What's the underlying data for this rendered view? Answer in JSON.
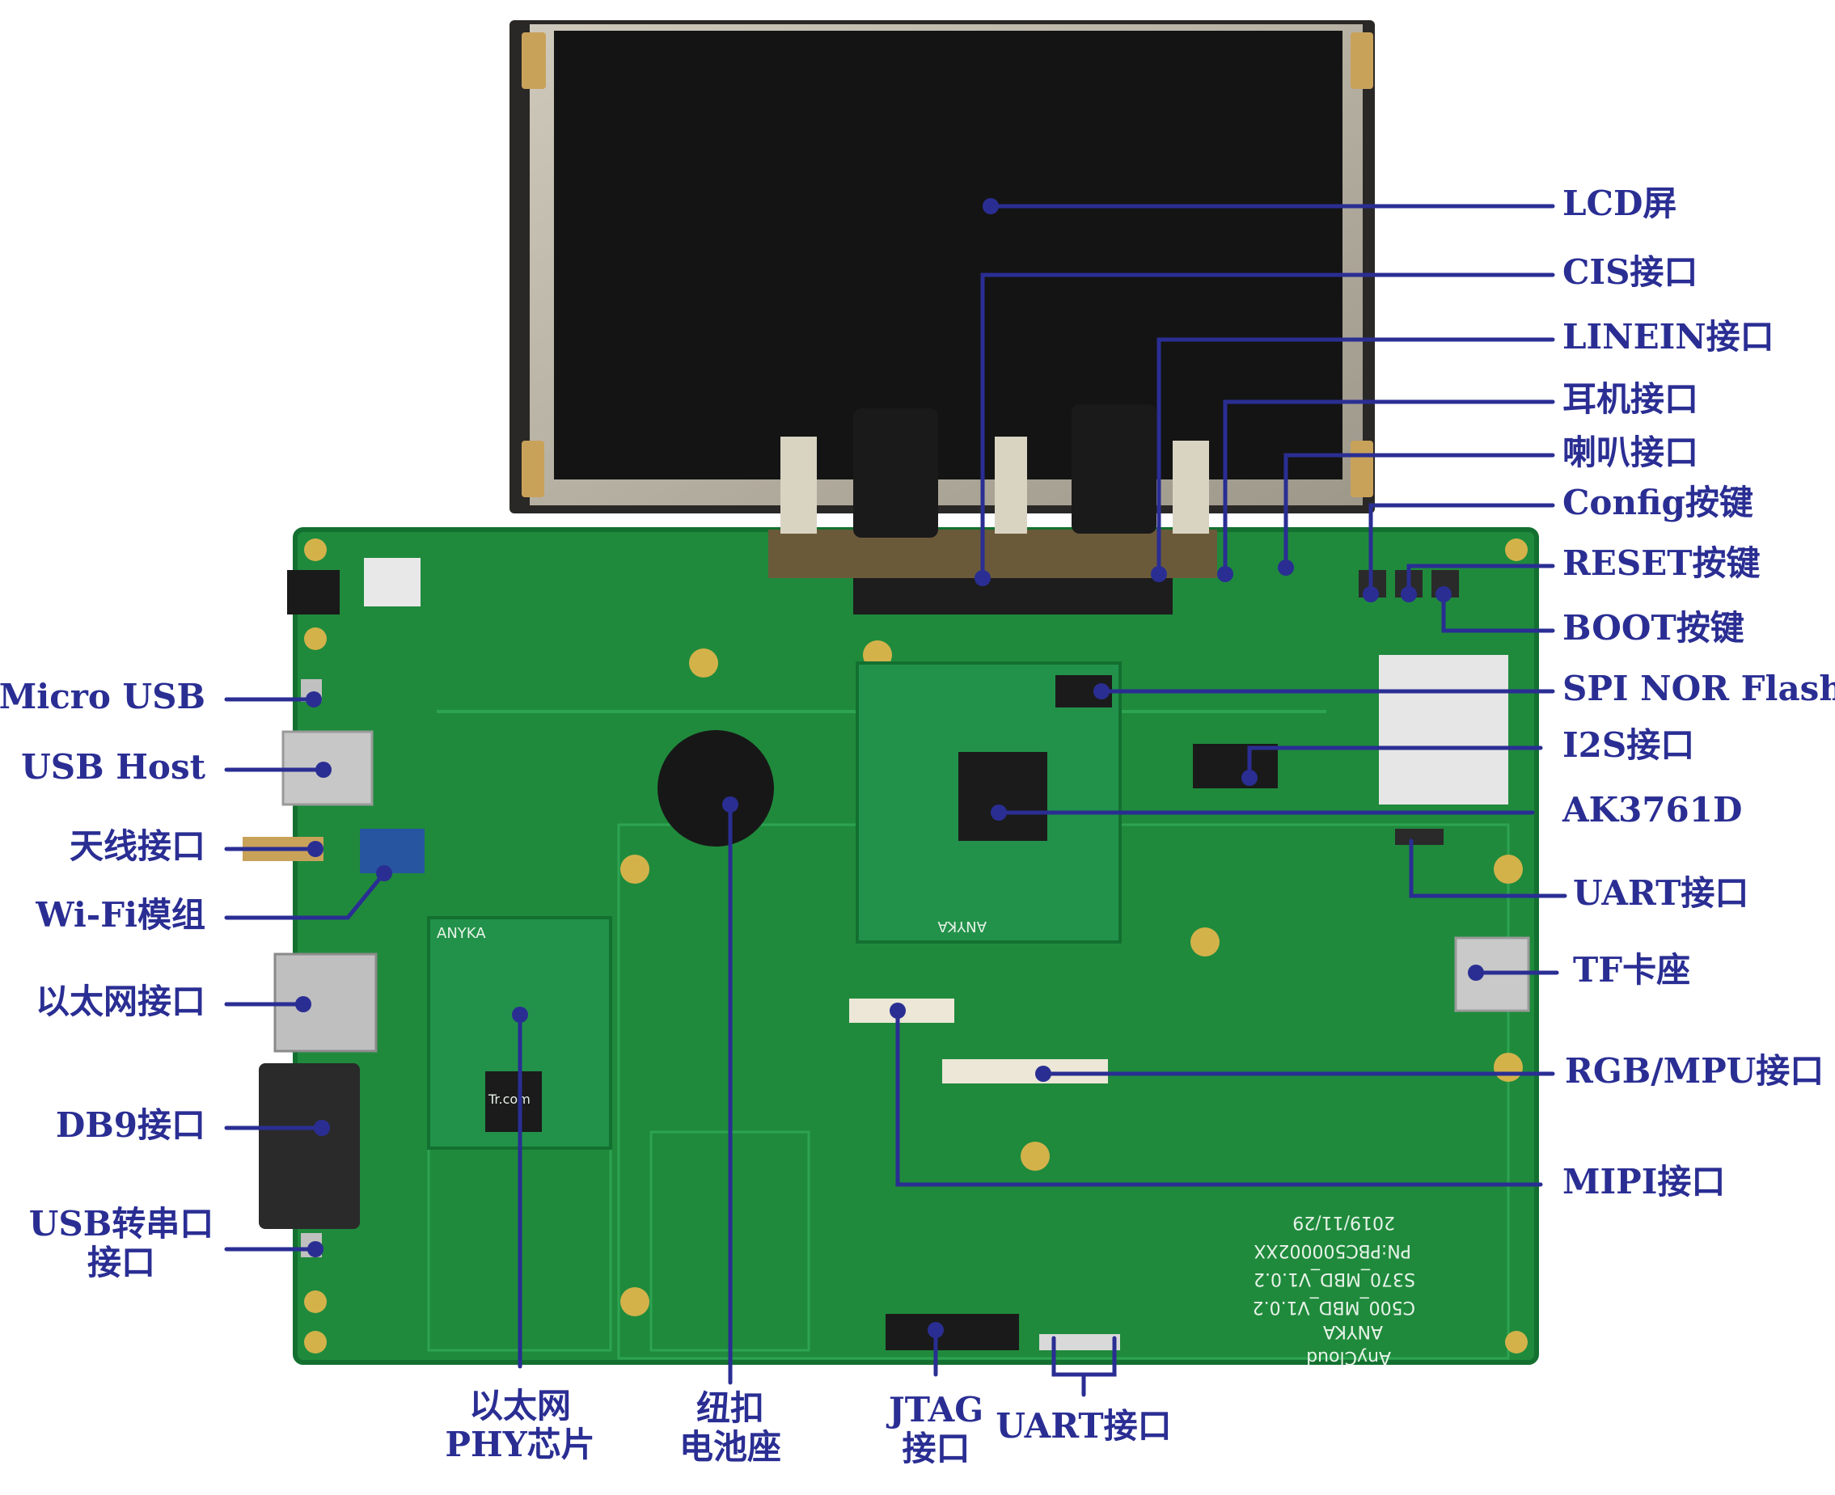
{
  "colors": {
    "callout": "#2a2e93",
    "pcb": "#1f8a3c",
    "pcb_dark": "#137030",
    "lcd_frame": "#b8b3a6",
    "lcd_screen": "#141414"
  },
  "board_silkscreen": {
    "brand_top": "ANYKA",
    "brand_core": "ANYKA",
    "date": "2019/11/29",
    "pn": "PN:PBC500002XX",
    "rev1": "S370_MBD_V1.0.2",
    "rev2": "C500_MBD_V1.0.2",
    "brand_bottom": "ANYKA",
    "cloud": "AnyCloud",
    "phy_chip_text": "Tr.com"
  },
  "labels": {
    "lcd": "LCD屏",
    "cis": "CIS接口",
    "linein": "LINEIN接口",
    "headphone": "耳机接口",
    "speaker": "喇叭接口",
    "config": "Config按键",
    "reset": "RESET按键",
    "boot": "BOOT按键",
    "spi": "SPI NOR Flash",
    "i2s": "I2S接口",
    "ak": "AK3761D",
    "uart_right": "UART接口",
    "tf": "TF卡座",
    "rgb": "RGB/MPU接口",
    "mipi": "MIPI接口",
    "micro_usb": "Micro USB",
    "usb_host": "USB Host",
    "antenna": "天线接口",
    "wifi": "Wi-Fi模组",
    "ethernet": "以太网接口",
    "db9": "DB9接口",
    "usb_serial_1": "USB转串口",
    "usb_serial_2": "接口",
    "phy_1": "以太网",
    "phy_2": "PHY芯片",
    "battery_1": "纽扣",
    "battery_2": "电池座",
    "jtag_1": "JTAG",
    "jtag_2": "接口",
    "uart_bottom": "UART接口"
  }
}
